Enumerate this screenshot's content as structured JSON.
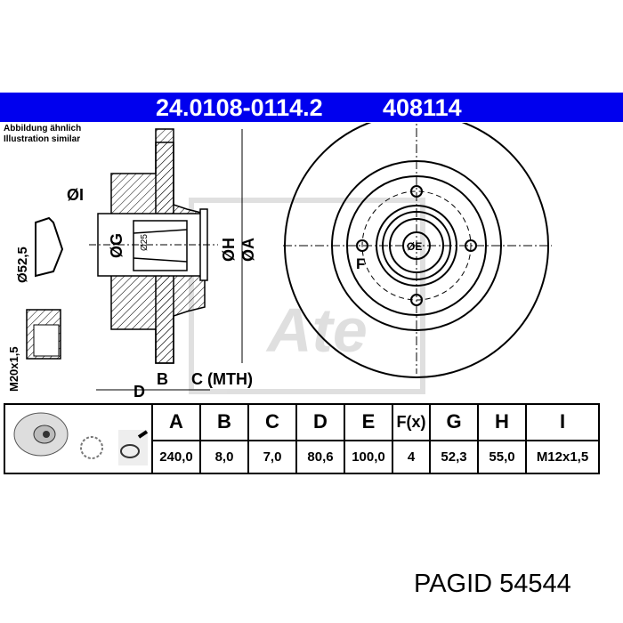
{
  "header": {
    "part_number": "24.0108-0114.2",
    "ate_number": "408114",
    "bar_color": "#0000ee"
  },
  "note": {
    "line1": "Abbildung ähnlich",
    "line2": "Illustration similar"
  },
  "drawing_labels": {
    "dia_I": "ØI",
    "dia_G": "ØG",
    "dia_25": "Ø25",
    "dia_H": "ØH",
    "dia_A": "ØA",
    "dia_52_5": "Ø52,5",
    "thread_M20": "M20x1,5",
    "B": "B",
    "C_mth": "C (MTH)",
    "D": "D",
    "dia_E": "ØE",
    "F": "F",
    "watermark": "Ate"
  },
  "spec_table": {
    "headers": [
      "A",
      "B",
      "C",
      "D",
      "E",
      "F(x)",
      "G",
      "H",
      "I"
    ],
    "values": [
      "240,0",
      "8,0",
      "7,0",
      "80,6",
      "100,0",
      "4",
      "52,3",
      "55,0",
      "M12x1,5"
    ],
    "icons": [
      "brake-disc-icon",
      "wheel-bearing-icon",
      "grease-spray-icon"
    ]
  },
  "footer": {
    "brand": "PAGID 54544"
  }
}
